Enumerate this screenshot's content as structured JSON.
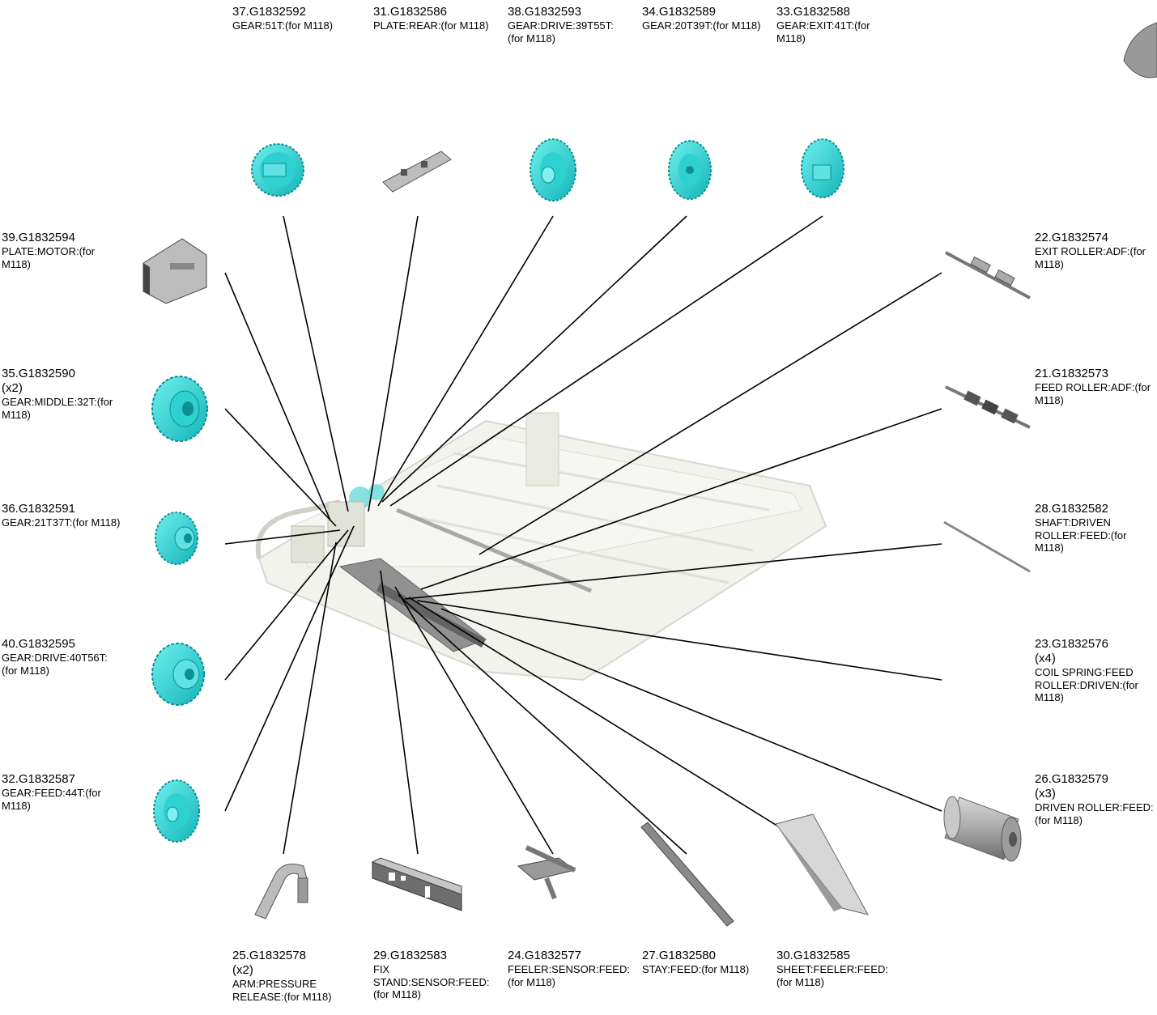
{
  "parts": {
    "p37": {
      "num": "37.G1832592",
      "desc": "GEAR:51T:(for M118)"
    },
    "p31": {
      "num": "31.G1832586",
      "desc": "PLATE:REAR:(for M118)"
    },
    "p38": {
      "num": "38.G1832593",
      "desc": "GEAR:DRIVE:39T55T:(for M118)"
    },
    "p34": {
      "num": "34.G1832589",
      "desc": "GEAR:20T39T:(for M118)"
    },
    "p33": {
      "num": "33.G1832588",
      "desc": "GEAR:EXIT:41T:(for M118)"
    },
    "p39": {
      "num": "39.G1832594",
      "desc": "PLATE:MOTOR:(for M118)"
    },
    "p35": {
      "num": "35.G1832590",
      "qty": "(x2)",
      "desc": "GEAR:MIDDLE:32T:(for M118)"
    },
    "p36": {
      "num": "36.G1832591",
      "desc": "GEAR:21T37T:(for M118)"
    },
    "p40": {
      "num": "40.G1832595",
      "desc": "GEAR:DRIVE:40T56T:(for M118)"
    },
    "p32": {
      "num": "32.G1832587",
      "desc": "GEAR:FEED:44T:(for M118)"
    },
    "p22": {
      "num": "22.G1832574",
      "desc": "EXIT ROLLER:ADF:(for M118)"
    },
    "p21": {
      "num": "21.G1832573",
      "desc": "FEED ROLLER:ADF:(for M118)"
    },
    "p28": {
      "num": "28.G1832582",
      "desc": "SHAFT:DRIVEN ROLLER:FEED:(for M118)"
    },
    "p23": {
      "num": "23.G1832576",
      "qty": "(x4)",
      "desc": "COIL SPRING:FEED ROLLER:DRIVEN:(for M118)"
    },
    "p26": {
      "num": "26.G1832579",
      "qty": "(x3)",
      "desc": "DRIVEN ROLLER:FEED:(for M118)"
    },
    "p25": {
      "num": "25.G1832578",
      "qty": "(x2)",
      "desc": "ARM:PRESSURE RELEASE:(for M118)"
    },
    "p29": {
      "num": "29.G1832583",
      "desc": "FIX STAND:SENSOR:FEED:(for M118)"
    },
    "p24": {
      "num": "24.G1832577",
      "desc": "FEELER:SENSOR:FEED:(for M118)"
    },
    "p27": {
      "num": "27.G1832580",
      "desc": "STAY:FEED:(for M118)"
    },
    "p30": {
      "num": "30.G1832585",
      "desc": "SHEET:FEELER:FEED:(for M118)"
    }
  },
  "colors": {
    "gear": "#1fc7c7",
    "gear_dark": "#0e8f94",
    "metal": "#9a9a9a",
    "leader": "#000000",
    "assembly": "#e8ebe0"
  }
}
